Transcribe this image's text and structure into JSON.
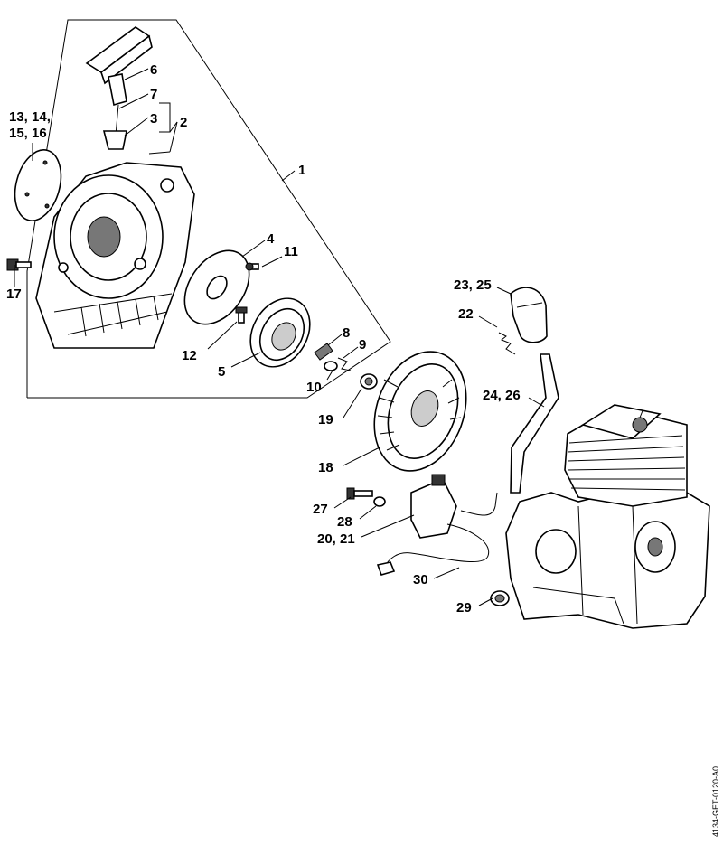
{
  "callouts": [
    {
      "id": "c6",
      "label": "6"
    },
    {
      "id": "c7",
      "label": "7"
    },
    {
      "id": "c3",
      "label": "3"
    },
    {
      "id": "c2",
      "label": "2"
    },
    {
      "id": "c1",
      "label": "1"
    },
    {
      "id": "c13a",
      "label": "13, 14,"
    },
    {
      "id": "c13b",
      "label": "15, 16"
    },
    {
      "id": "c17",
      "label": "17"
    },
    {
      "id": "c4",
      "label": "4"
    },
    {
      "id": "c11",
      "label": "11"
    },
    {
      "id": "c12",
      "label": "12"
    },
    {
      "id": "c5",
      "label": "5"
    },
    {
      "id": "c8",
      "label": "8"
    },
    {
      "id": "c9",
      "label": "9"
    },
    {
      "id": "c10",
      "label": "10"
    },
    {
      "id": "c23",
      "label": "23, 25"
    },
    {
      "id": "c22",
      "label": "22"
    },
    {
      "id": "c24",
      "label": "24, 26"
    },
    {
      "id": "c19",
      "label": "19"
    },
    {
      "id": "c18",
      "label": "18"
    },
    {
      "id": "c27",
      "label": "27"
    },
    {
      "id": "c28",
      "label": "28"
    },
    {
      "id": "c20",
      "label": "20, 21"
    },
    {
      "id": "c30",
      "label": "30"
    },
    {
      "id": "c29",
      "label": "29"
    }
  ],
  "document_id": "4134-GET-0120-A0"
}
